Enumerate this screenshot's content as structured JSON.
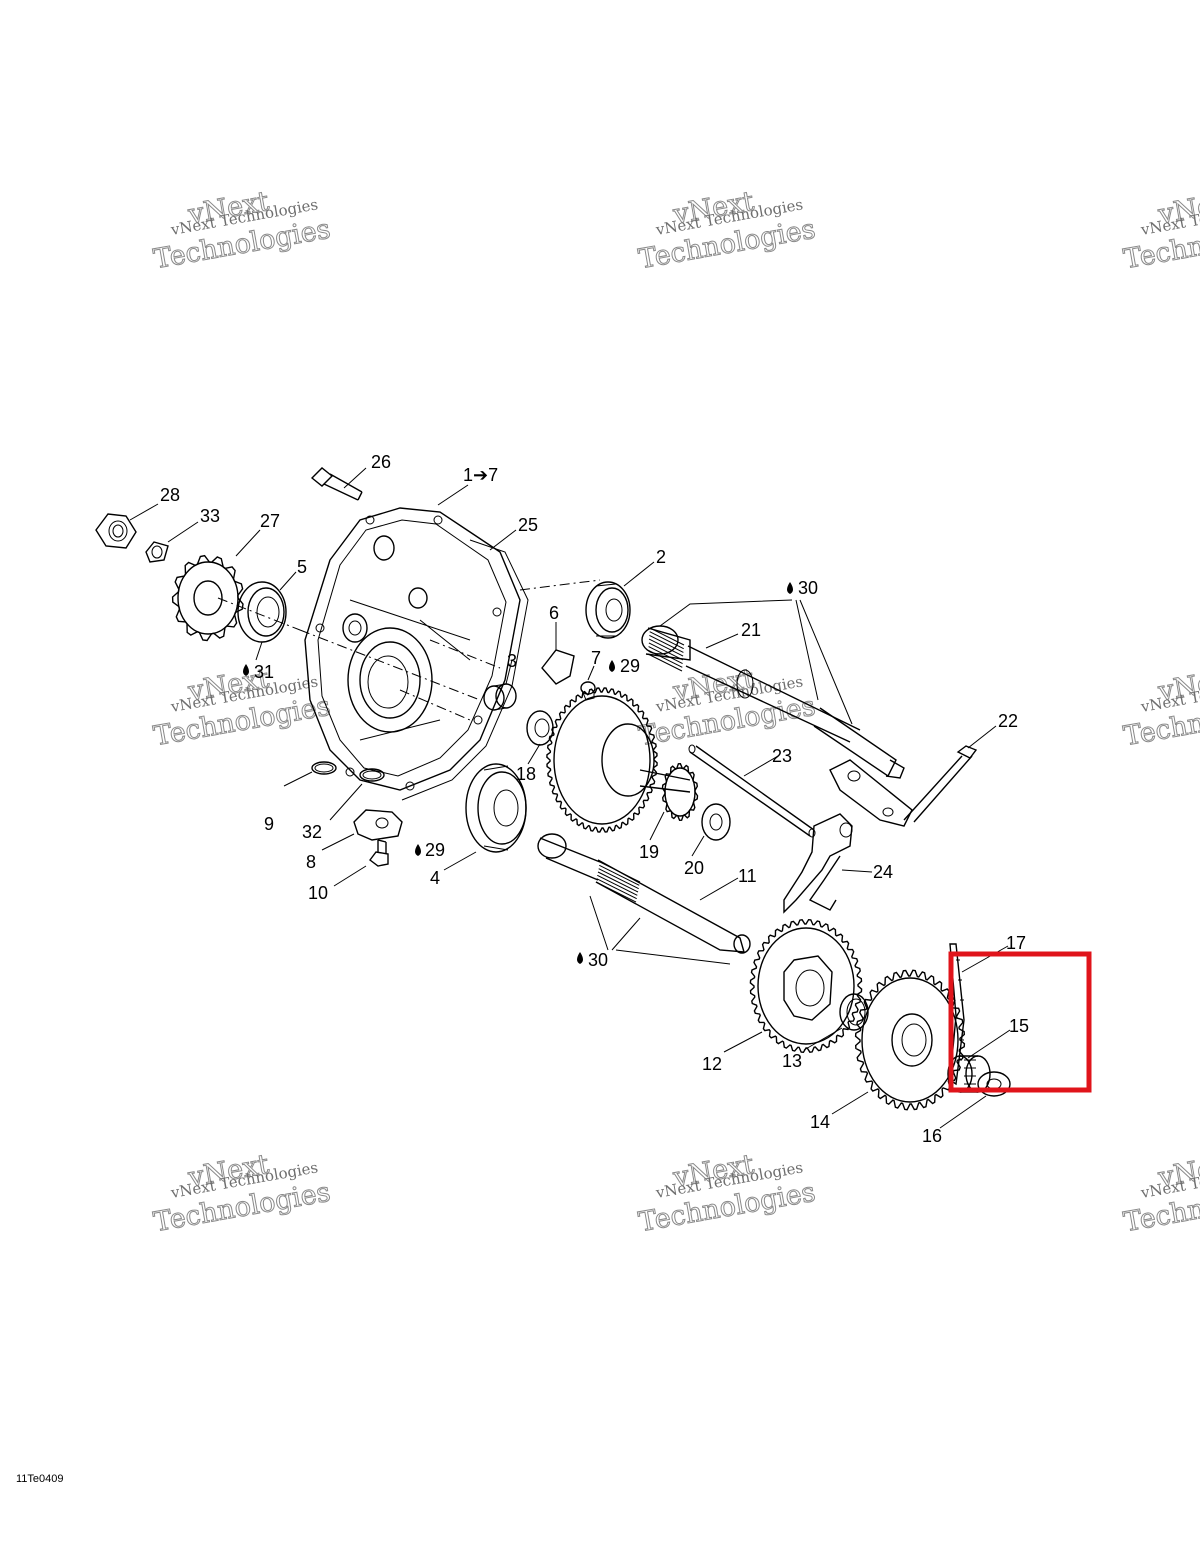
{
  "diagram": {
    "drawing_code": "11Te0409",
    "watermark": {
      "line1": "vNext Technologies",
      "line2": "vNext",
      "line3": "Technologies"
    },
    "callouts": [
      {
        "id": "26",
        "text": "26"
      },
      {
        "id": "1-7",
        "text": "1➔7"
      },
      {
        "id": "28",
        "text": "28"
      },
      {
        "id": "33",
        "text": "33"
      },
      {
        "id": "27",
        "text": "27"
      },
      {
        "id": "25",
        "text": "25"
      },
      {
        "id": "5",
        "text": "5"
      },
      {
        "id": "2",
        "text": "2"
      },
      {
        "id": "30a",
        "text": "30"
      },
      {
        "id": "6",
        "text": "6"
      },
      {
        "id": "21",
        "text": "21"
      },
      {
        "id": "3",
        "text": "3"
      },
      {
        "id": "7",
        "text": "7"
      },
      {
        "id": "29a",
        "text": "29"
      },
      {
        "id": "31",
        "text": "31"
      },
      {
        "id": "22",
        "text": "22"
      },
      {
        "id": "18",
        "text": "18"
      },
      {
        "id": "23",
        "text": "23"
      },
      {
        "id": "9",
        "text": "9"
      },
      {
        "id": "32",
        "text": "32"
      },
      {
        "id": "29b",
        "text": "29"
      },
      {
        "id": "19",
        "text": "19"
      },
      {
        "id": "8",
        "text": "8"
      },
      {
        "id": "20",
        "text": "20"
      },
      {
        "id": "24",
        "text": "24"
      },
      {
        "id": "4",
        "text": "4"
      },
      {
        "id": "10",
        "text": "10"
      },
      {
        "id": "11",
        "text": "11"
      },
      {
        "id": "30b",
        "text": "30"
      },
      {
        "id": "17",
        "text": "17"
      },
      {
        "id": "15",
        "text": "15"
      },
      {
        "id": "12",
        "text": "12"
      },
      {
        "id": "13",
        "text": "13"
      },
      {
        "id": "14",
        "text": "14"
      },
      {
        "id": "16",
        "text": "16"
      }
    ],
    "highlight_color": "#e0141b"
  }
}
